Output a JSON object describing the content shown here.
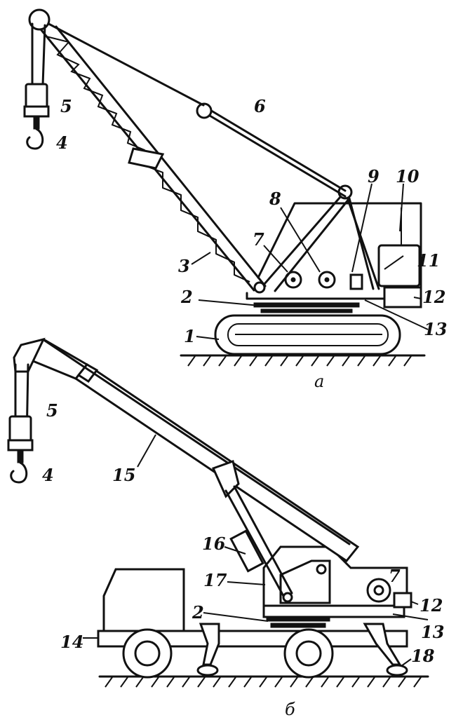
{
  "diagram_a": {
    "caption": "а",
    "labels": {
      "l1": "1",
      "l2": "2",
      "l3": "3",
      "l4": "4",
      "l5": "5",
      "l6": "6",
      "l7": "7",
      "l8": "8",
      "l9": "9",
      "l10": "10",
      "l11": "11",
      "l12": "12",
      "l13": "13"
    }
  },
  "diagram_b": {
    "caption": "б",
    "labels": {
      "l2": "2",
      "l4": "4",
      "l5": "5",
      "l7": "7",
      "l12": "12",
      "l13": "13",
      "l14": "14",
      "l15": "15",
      "l16": "16",
      "l17": "17",
      "l18": "18"
    }
  }
}
